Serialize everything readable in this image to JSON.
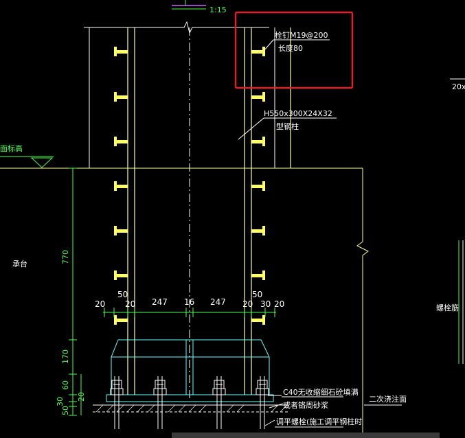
{
  "drawing": {
    "scale": "1:15",
    "stud_note_line1": "栓钉M19@200",
    "stud_note_line2": "长度80",
    "steel_section": "H550x300X24X32",
    "steel_column": "型钢柱",
    "right_edge_label": "20x",
    "ground_label": "面标高",
    "cap_label": "承台",
    "right_side_label": "螺栓筋",
    "grout_note_line1": "C40无收缩细石砼填满",
    "grout_note_line2": "或者铬周砂浆",
    "leveling_note": "调平螺栓(施工调平钢柱时",
    "secondary_pour": "二次浇注面"
  },
  "dimensions": {
    "vertical": [
      "770",
      "170",
      "60",
      "30",
      "20",
      "50"
    ],
    "horizontal": [
      "20",
      "50",
      "20",
      "247",
      "16",
      "247",
      "20",
      "50",
      "30",
      "20"
    ]
  },
  "colors": {
    "background": "#000000",
    "yellow": "#ffff99",
    "stud": "#ffff66",
    "green": "#4cff4c",
    "white": "#ffffff",
    "cyan": "#66ffff",
    "red": "#e0202a",
    "purple": "#cc66ff"
  }
}
